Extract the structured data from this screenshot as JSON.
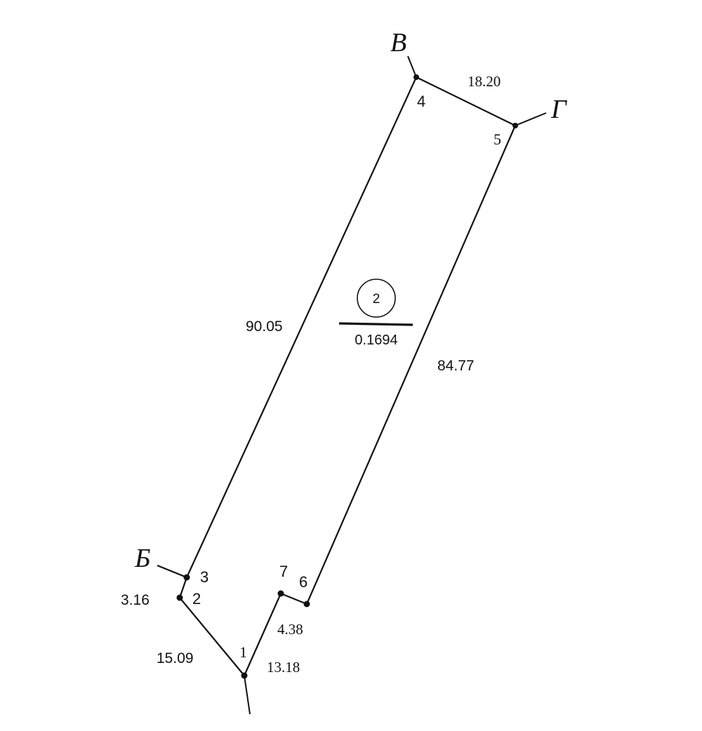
{
  "plot": {
    "number": "2",
    "area": "0.1694"
  },
  "neighbors": {
    "B": "Б",
    "V": "В",
    "G": "Г"
  },
  "points": {
    "p1": "1",
    "p2": "2",
    "p3": "3",
    "p4": "4",
    "p5": "5",
    "p6": "6",
    "p7": "7"
  },
  "measurements": {
    "m1_2": "15.09",
    "m2_3": "3.16",
    "m3_4": "90.05",
    "m4_5": "18.20",
    "m5_6": "84.77",
    "m6_7": "4.38",
    "m7_1": "13.18"
  },
  "colors": {
    "line": "#111111",
    "background": "#ffffff"
  }
}
